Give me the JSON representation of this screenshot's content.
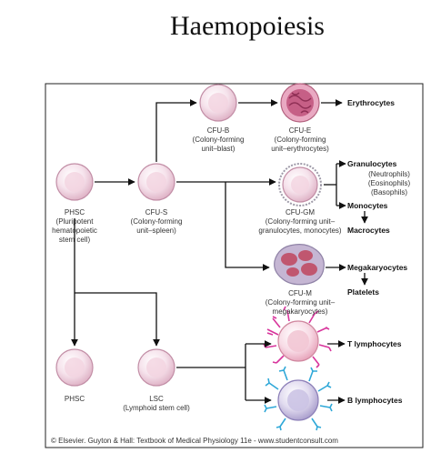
{
  "title": "Haemopoiesis",
  "cells": {
    "phsc_top": [
      "PHSC",
      "(Pluripotent",
      "hematopoietic",
      "stem cell)"
    ],
    "cfu_s": [
      "CFU-S",
      "(Colony-forming",
      "unit–spleen)"
    ],
    "cfu_b": [
      "CFU-B",
      "(Colony-forming",
      "unit–blast)"
    ],
    "cfu_e": [
      "CFU-E",
      "(Colony-forming",
      "unit–erythrocytes)"
    ],
    "cfu_gm": [
      "CFU-GM",
      "(Colony-forming unit–",
      "granulocytes, monocytes)"
    ],
    "cfu_m": [
      "CFU-M",
      "(Colony-forming unit–",
      "megakaryocytes)"
    ],
    "phsc_bottom": [
      "PHSC"
    ],
    "lsc": [
      "LSC",
      "(Lymphoid stem cell)"
    ]
  },
  "outputs": {
    "erythrocytes": "Erythrocytes",
    "granulocytes": "Granulocytes",
    "granulocyte_types": [
      "(Neutrophils)",
      "(Eosinophils)",
      "(Basophils)"
    ],
    "monocytes": "Monocytes",
    "macrocytes": "Macrocytes",
    "megakaryocytes": "Megakaryocytes",
    "platelets": "Platelets",
    "t_lymphocytes": "T lymphocytes",
    "b_lymphocytes": "B lymphocytes"
  },
  "copyright": "© Elsevier. Guyton & Hall: Textbook of Medical Physiology 11e - www.studentconsult.com",
  "colors": {
    "cell_fill": "#f4dde8",
    "cell_edge": "#c89ab0",
    "cell_core": "#e7bdd1",
    "erythro_fill": "#c46a8c",
    "mega_fill": "#c7b6d2",
    "mega_nuc": "#c0566f",
    "t_spike": "#d8359c",
    "b_spike": "#2fa8d8",
    "b_fill": "#cfc7e6",
    "line": "#111111"
  }
}
